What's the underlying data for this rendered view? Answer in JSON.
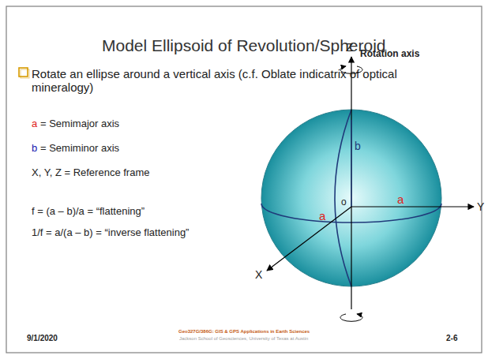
{
  "diagram": {
    "title": "Model Ellipsoid of Revolution/Spheroid",
    "labels": [
      "Rotate an ellipse around a vertical axis (c.f. Oblate indicatrix of optical mineralogy)",
      "a",
      "= Semimajor axis",
      "b",
      "= Semiminor axis",
      "X, Y, Z = Reference frame",
      "f = (a – b)/a = “flattening”",
      "1/f = a/(a – b) = “inverse flattening”",
      "Z",
      "Rotation axis",
      "b",
      "o",
      "a",
      "a",
      "Y",
      "X",
      "9/1/2020",
      "Geo327G/386G: GIS & GPS Applications in Earth Sciences",
      "Jackson School of Geosciences, University of Texas at Austin",
      "2-6"
    ]
  }
}
